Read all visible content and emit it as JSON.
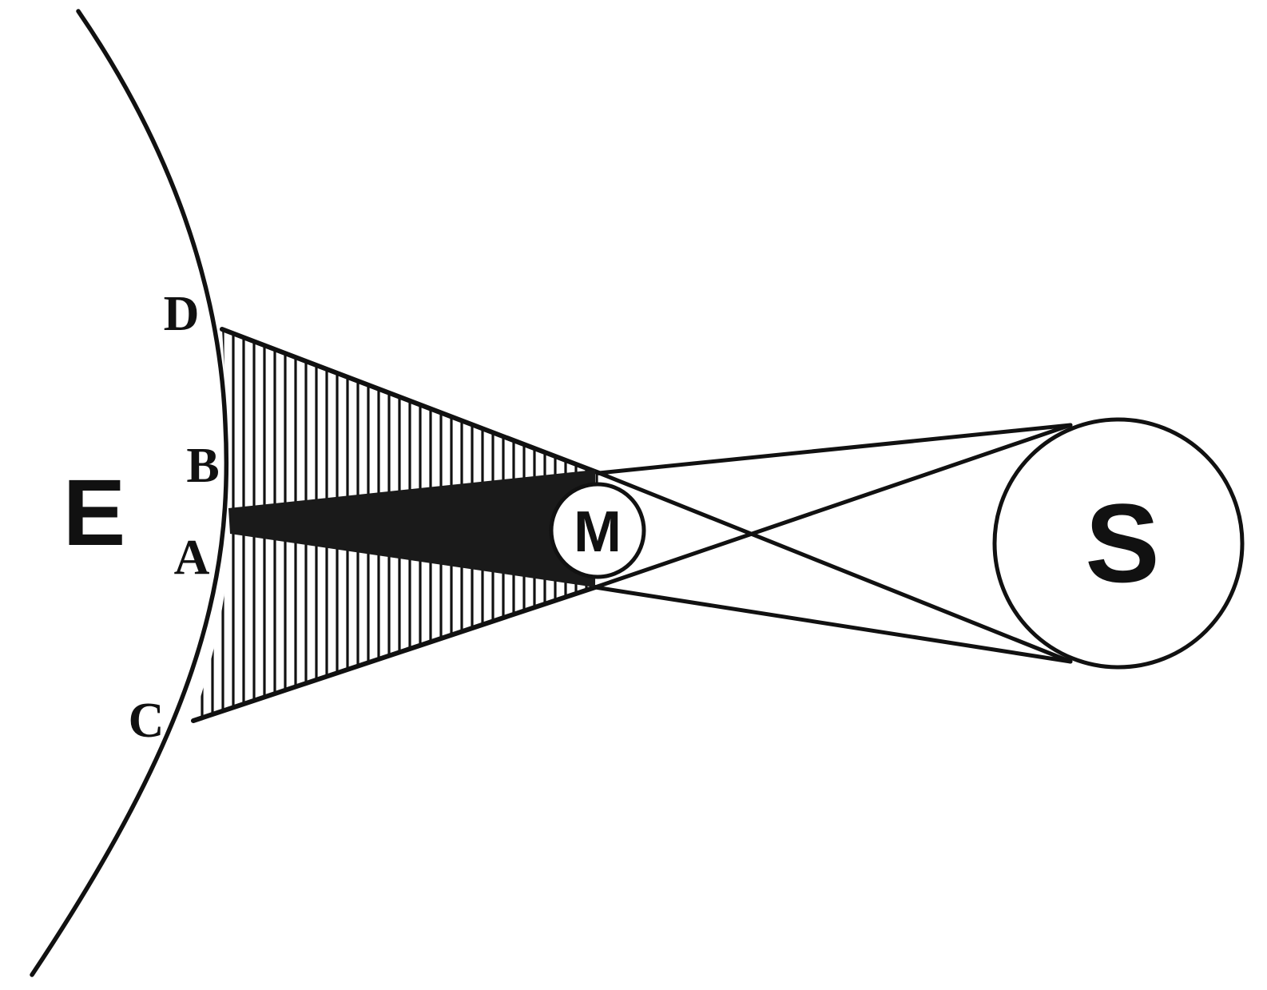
{
  "labels": {
    "earth": "E",
    "moon": "M",
    "sun": "S",
    "point_d": "D",
    "point_b": "B",
    "point_a": "A",
    "point_c": "C"
  },
  "colors": {
    "ink": "#111111",
    "umbra": "#1a1a1a",
    "background": "#ffffff"
  }
}
